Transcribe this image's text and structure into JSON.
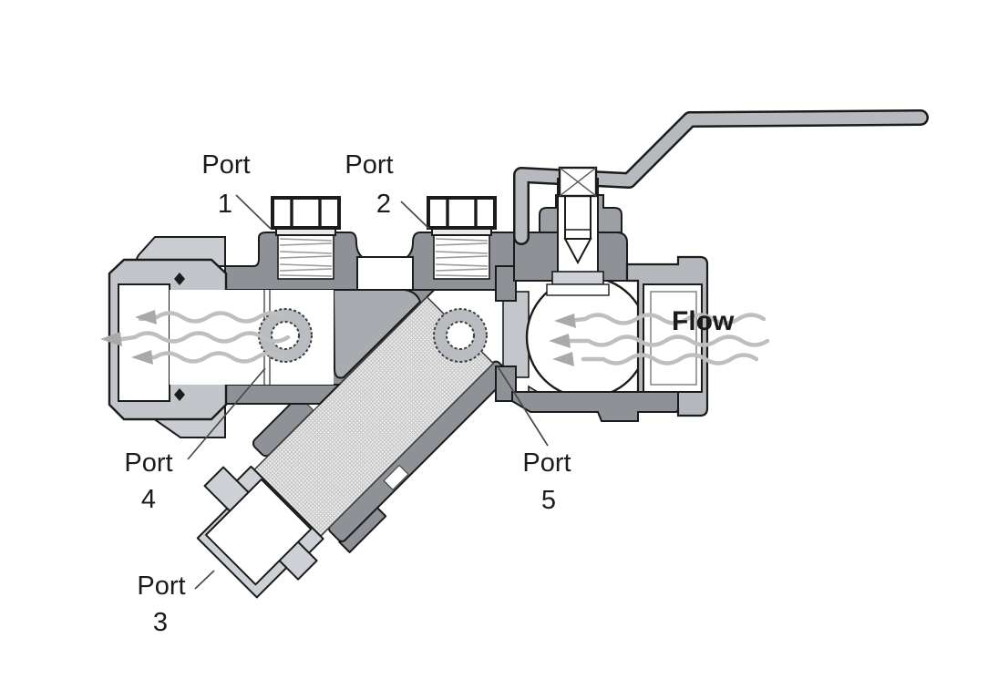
{
  "figure": {
    "type": "technical-cutaway-diagram",
    "subject": "Five-port ball valve with integral Y-strainer, cross-section view",
    "handle_position": "open",
    "flow_direction": "right-to-left"
  },
  "labels": {
    "port1": {
      "word": "Port",
      "num": "1"
    },
    "port2": {
      "word": "Port",
      "num": "2"
    },
    "port3": {
      "word": "Port",
      "num": "3"
    },
    "port4": {
      "word": "Port",
      "num": "4"
    },
    "port5": {
      "word": "Port",
      "num": "5"
    },
    "flow": "Flow"
  },
  "colors": {
    "body_dark": "#8e9297",
    "body_mid": "#a8acb1",
    "metal_light": "#b9bdc1",
    "metal_lighter": "#cdd0d4",
    "mesh_bg": "#efefef",
    "mesh_grid": "#c4c4c4",
    "outline": "#1b1b1b",
    "arrow_gray": "#bfbfbf",
    "label_text": "#1b1b1b"
  }
}
